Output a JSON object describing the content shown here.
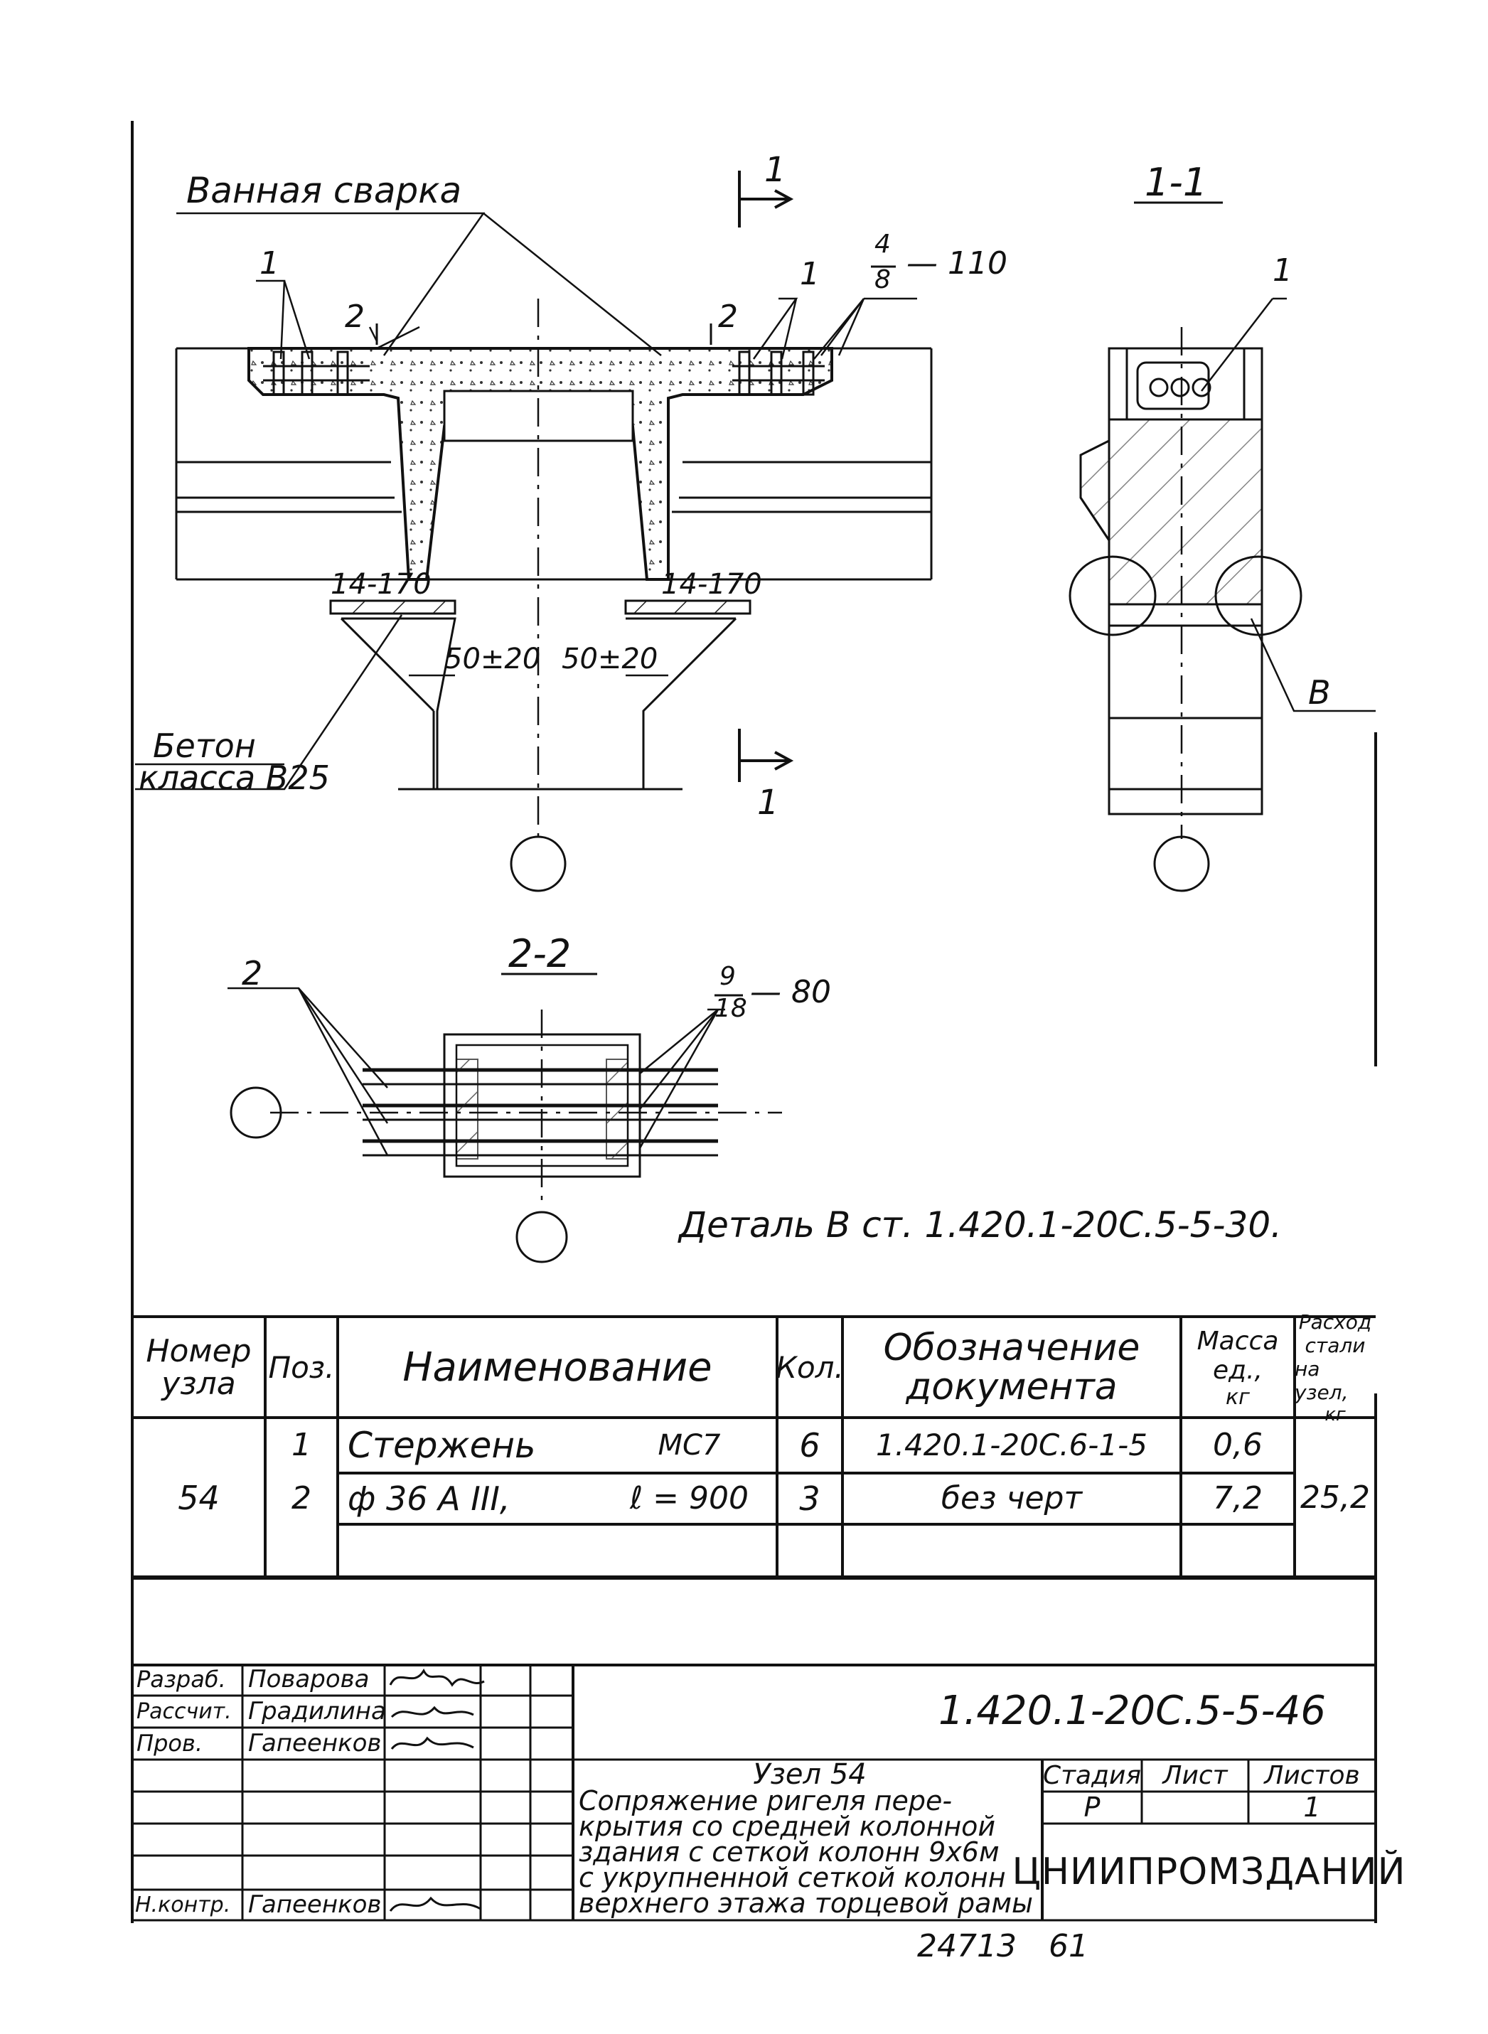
{
  "drawing": {
    "label_bath_welding": "Ванная сварка",
    "label_concrete_l1": "Бетон",
    "label_concrete_l2": "класса В25",
    "section_1_top": "1",
    "section_1_bottom": "1",
    "section_1_1_title": "1-1",
    "section_2_2_title": "2-2",
    "callout_1_left": "1",
    "callout_1_right": "1",
    "callout_1_section": "1",
    "callout_2_left": "2",
    "callout_2_right": "2",
    "callout_2_plan": "2",
    "weld_top_num": "4",
    "weld_top_den": "8",
    "weld_top_len": "— 110",
    "weld_plan_num": "9",
    "weld_plan_den": "18",
    "weld_plan_len": "— 80",
    "weld_seat_left": "14-170",
    "weld_seat_right": "14-170",
    "gap_left": "50±20",
    "gap_right": "50±20",
    "detail_label": "В",
    "detail_reference": "Деталь В ст. 1.420.1-20С.5-5-30."
  },
  "spec_table": {
    "headers": {
      "node": "Номер узла",
      "pos": "Поз.",
      "name": "Наименование",
      "qty": "Кол.",
      "doc": "Обозначение документа",
      "mass_l1": "Масса",
      "mass_l2": "ед.,",
      "mass_l3": "кг",
      "steel_l1": "Расход",
      "steel_l2": "стали",
      "steel_l3": "на узел,",
      "steel_l4": "кг"
    },
    "node_number": "54",
    "rows": [
      {
        "pos": "1",
        "name": "Стержень",
        "mark": "МС7",
        "qty": "6",
        "doc": "1.420.1-20С.6-1-5",
        "mass": "0,6"
      },
      {
        "pos": "2",
        "name": "ф 36 А III,",
        "mark": "ℓ = 900",
        "qty": "3",
        "doc": "без черт",
        "mass": "7,2"
      }
    ],
    "steel_total": "25,2"
  },
  "title_block": {
    "roles": [
      "Разраб.",
      "Рассчит.",
      "Пров.",
      "",
      "",
      "",
      "",
      "Н.контр."
    ],
    "names": [
      "Поварова",
      "Градилина",
      "Гапеенков",
      "",
      "",
      "",
      "",
      "Гапеенков"
    ],
    "code": "1.420.1-20С.5-5-46",
    "title_lines": [
      "Узел 54",
      "Сопряжение ригеля пере-",
      "крытия со средней колонной",
      "здания с сеткой колонн 9х6м",
      "с укрупненной сеткой колонн",
      "верхнего этажа торцевой рамы"
    ],
    "stage_label": "Стадия",
    "sheet_label": "Лист",
    "sheets_label": "Листов",
    "stage_value": "Р",
    "sheet_value": "",
    "sheets_value": "1",
    "organization": "ЦНИИПРОМЗДАНИЙ"
  },
  "footer": {
    "archive_number": "24713",
    "page_number": "61"
  }
}
